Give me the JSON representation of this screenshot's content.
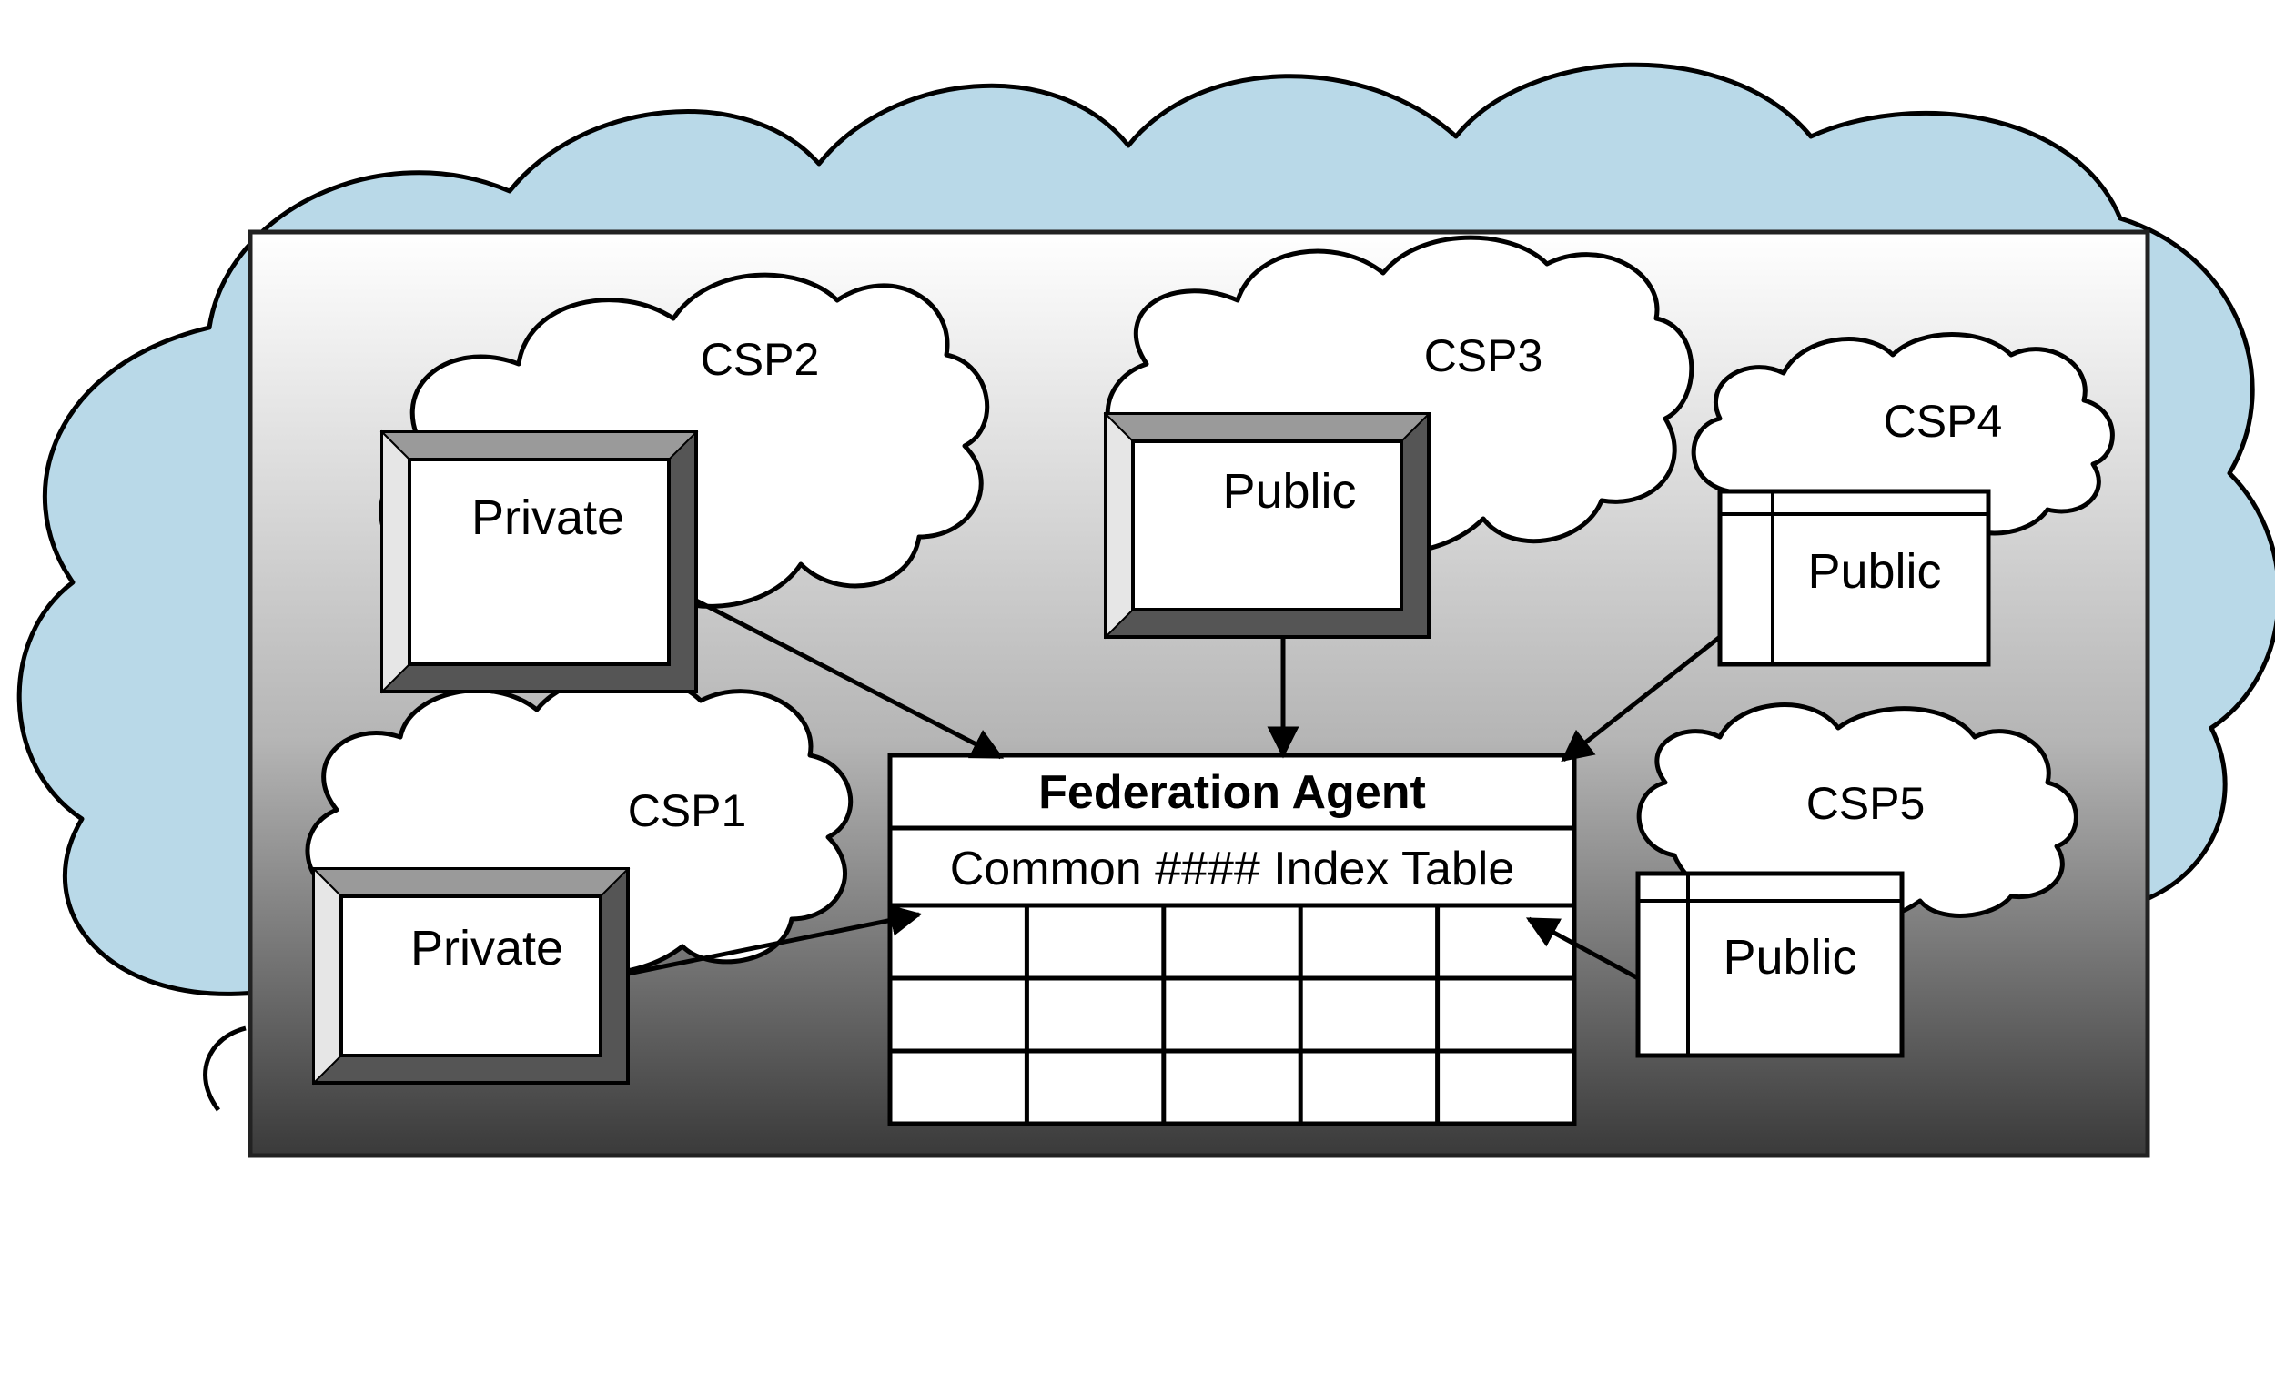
{
  "nodes": {
    "csp1": {
      "label": "CSP1",
      "type_label": "Private"
    },
    "csp2": {
      "label": "CSP2",
      "type_label": "Private"
    },
    "csp3": {
      "label": "CSP3",
      "type_label": "Public"
    },
    "csp4": {
      "label": "CSP4",
      "type_label": "Public"
    },
    "csp5": {
      "label": "CSP5",
      "type_label": "Public"
    }
  },
  "agent": {
    "title": "Federation Agent",
    "subtitle": "Common #### Index Table",
    "table_rows": 3,
    "table_cols": 5
  },
  "edges": [
    {
      "from": "csp2",
      "to": "agent"
    },
    {
      "from": "csp3",
      "to": "agent"
    },
    {
      "from": "csp4",
      "to": "agent"
    },
    {
      "from": "csp1",
      "to": "agent"
    },
    {
      "from": "csp5",
      "to": "agent"
    }
  ],
  "colors": {
    "outer_cloud": "#b9d9e8",
    "panel_top": "#ffffff",
    "panel_bottom": "#3a3a3a",
    "bevel_dark": "#555555",
    "bevel_mid": "#9a9a9a",
    "bevel_light": "#e6e6e6"
  }
}
